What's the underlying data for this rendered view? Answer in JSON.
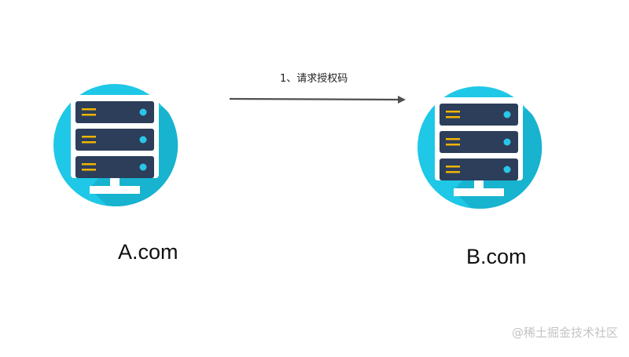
{
  "nodes": {
    "left": {
      "label": "A.com"
    },
    "right": {
      "label": "B.com"
    }
  },
  "edge": {
    "label": "1、请求授权码"
  },
  "watermark": "@稀土掘金技术社区",
  "icon": {
    "name": "server-icon",
    "colors": {
      "circle": "#1ec8e6",
      "shadow": "#17b3cf",
      "frame": "#ffffff",
      "rack": "#2c3e5a",
      "led": "#29c6e8",
      "line": "#f0b400"
    }
  },
  "arrow_color": "#505050"
}
